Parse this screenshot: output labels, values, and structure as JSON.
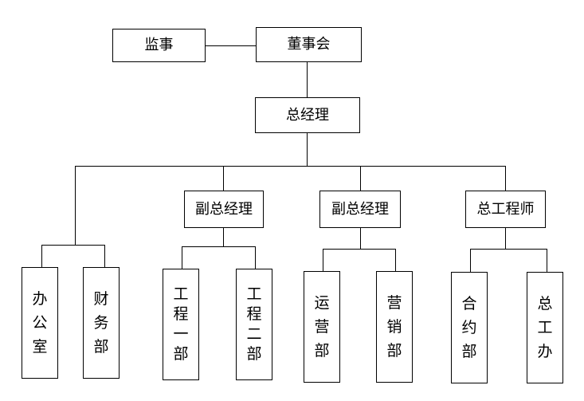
{
  "org": {
    "supervisor": "监事",
    "board": "董事会",
    "gm": "总经理",
    "vp1": "副总经理",
    "vp2": "副总经理",
    "chief_engineer": "总工程师",
    "depts": {
      "office": [
        "办",
        "公",
        "室"
      ],
      "finance": [
        "财",
        "务",
        "部"
      ],
      "eng1": [
        "工",
        "程",
        "一",
        "部"
      ],
      "eng2": [
        "工",
        "程",
        "二",
        "部"
      ],
      "operations": [
        "运",
        "营",
        "部"
      ],
      "marketing": [
        "营",
        "销",
        "部"
      ],
      "contracts": [
        "合",
        "约",
        "部"
      ],
      "chief_office": [
        "总",
        "工",
        "办"
      ]
    }
  }
}
